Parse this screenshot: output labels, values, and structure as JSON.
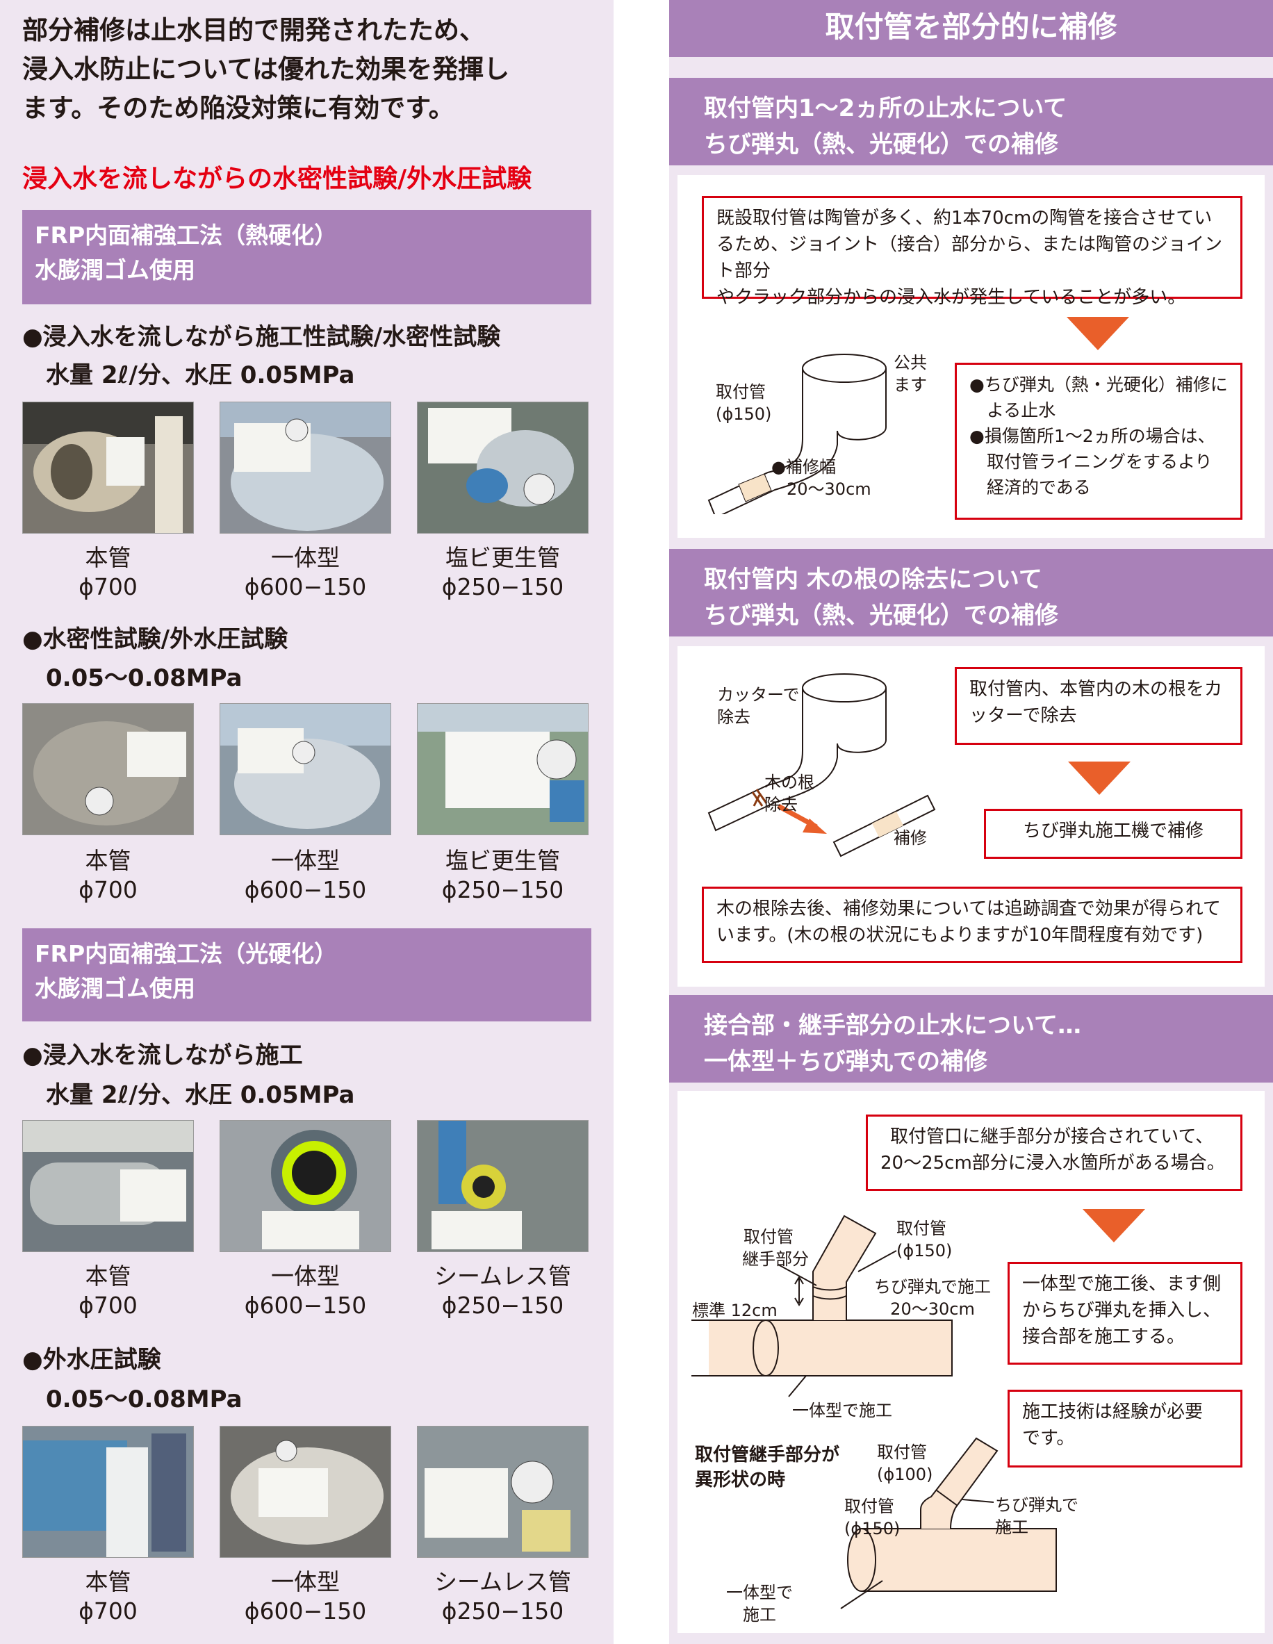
{
  "intro": [
    "部分補修は止水目的で開発されたため、",
    "浸入水防止については優れた効果を発揮し",
    "ます。そのため陥没対策に有効です。"
  ],
  "red_heading": "浸入水を流しながらの水密性試験/外水圧試験",
  "section1": {
    "header": [
      "FRP内面補強工法（熱硬化）",
      "水膨潤ゴム使用"
    ],
    "groups": [
      {
        "title": "●浸入水を流しながら施工性試験/水密性試験",
        "sub": "水量 2ℓ/分、水圧 0.05MPa",
        "captions": [
          [
            "本管",
            "ϕ700"
          ],
          [
            "一体型",
            "ϕ600−150"
          ],
          [
            "塩ビ更生管",
            "ϕ250−150"
          ]
        ]
      },
      {
        "title": "●水密性試験/外水圧試験",
        "sub": "0.05〜0.08MPa",
        "captions": [
          [
            "本管",
            "ϕ700"
          ],
          [
            "一体型",
            "ϕ600−150"
          ],
          [
            "塩ビ更生管",
            "ϕ250−150"
          ]
        ]
      }
    ]
  },
  "section2": {
    "header": [
      "FRP内面補強工法（光硬化）",
      "水膨潤ゴム使用"
    ],
    "groups": [
      {
        "title": "●浸入水を流しながら施工",
        "sub": "水量 2ℓ/分、水圧 0.05MPa",
        "captions": [
          [
            "本管",
            "ϕ700"
          ],
          [
            "一体型",
            "ϕ600−150"
          ],
          [
            "シームレス管",
            "ϕ250−150"
          ]
        ]
      },
      {
        "title": "●外水圧試験",
        "sub": "0.05〜0.08MPa",
        "captions": [
          [
            "本管",
            "ϕ700"
          ],
          [
            "一体型",
            "ϕ600−150"
          ],
          [
            "シームレス管",
            "ϕ250−150"
          ]
        ]
      }
    ]
  },
  "right": {
    "title": "取付管を部分的に補修",
    "block1": {
      "header": [
        "取付管内1〜2ヵ所の止水について",
        "ちび弾丸（熱、光硬化）での補修"
      ],
      "note": [
        "既設取付管は陶管が多く、約1本70cmの陶管を接合させてい",
        "るため、ジョイント（接合）部分から、または陶管のジョイント部分",
        "やクラック部分からの浸入水が発生していることが多い。"
      ],
      "labels": {
        "pipe": [
          "取付管",
          "(ϕ150)"
        ],
        "main": [
          "公共",
          "ます"
        ],
        "width": [
          "●補修幅",
          "20〜30cm"
        ]
      },
      "result": [
        "●ちび弾丸（熱・光硬化）補修に",
        "　よる止水",
        "●損傷箇所1〜2ヵ所の場合は、",
        "　取付管ライニングをするより",
        "　経済的である"
      ]
    },
    "block2": {
      "header": [
        "取付管内 木の根の除去について",
        "ちび弾丸（熱、光硬化）での補修"
      ],
      "labels": {
        "cutter": [
          "カッターで",
          "除去"
        ],
        "root": [
          "木の根",
          "除去"
        ],
        "repair": "補修"
      },
      "box1": [
        "取付管内、本管内の木の根をカ",
        "ッターで除去"
      ],
      "box2": "ちび弾丸施工機で補修",
      "note": [
        "木の根除去後、補修効果については追跡調査で効果が得られて",
        "います。(木の根の状況にもよりますが10年間程度有効です)"
      ]
    },
    "block3": {
      "header": [
        "接合部・継手部分の止水について…",
        "一体型＋ちび弾丸での補修"
      ],
      "note": [
        "取付管口に継手部分が接合されていて、",
        "20〜25cm部分に浸入水箇所がある場合。"
      ],
      "labels": {
        "joint": [
          "取付管",
          "継手部分"
        ],
        "pipe150": [
          "取付管",
          "(ϕ150)"
        ],
        "chibi": [
          "ちび弾丸で施工",
          "20〜30cm"
        ],
        "std": "標準 12cm",
        "ittai": "一体型で施工",
        "odd": [
          "取付管継手部分が",
          "異形状の時"
        ],
        "pipe100": [
          "取付管",
          "(ϕ100)"
        ],
        "pipe150b": [
          "取付管",
          "(ϕ150)"
        ],
        "chibi2": [
          "ちび弾丸で",
          "施工"
        ],
        "ittai2": [
          "一体型で",
          "施工"
        ]
      },
      "box1": [
        "一体型で施工後、ます側",
        "からちび弾丸を挿入し、",
        "接合部を施工する。"
      ],
      "box2": [
        "施工技術は経験が必要",
        "です。"
      ]
    }
  },
  "colors": {
    "purple": "#a981b8",
    "lavender": "#efe6f1",
    "red": "#e50012",
    "box_red": "#d6000f",
    "arrow": "#e95f2a",
    "pipe_fill": "#fbe6d3"
  }
}
